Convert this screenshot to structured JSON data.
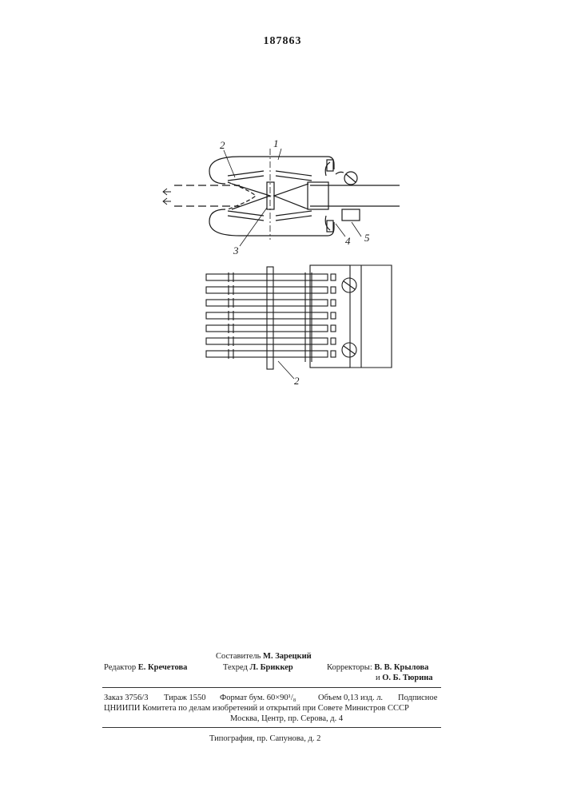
{
  "patent_number": "187863",
  "drawing": {
    "top_view_labels": [
      "1",
      "2",
      "3",
      "4",
      "5"
    ],
    "bottom_view_label": "2"
  },
  "credits": {
    "compiler_role": "Составитель",
    "compiler_name": "М. Зарецкий",
    "editor_role": "Редактор",
    "editor_name": "Е. Кречетова",
    "techred_role": "Техред",
    "techred_name": "Л. Бриккер",
    "correctors_role": "Корректоры:",
    "corrector1_name": "В. В. Крылова",
    "corrector2_prefix": "и",
    "corrector2_name": "О. Б. Тюрина"
  },
  "imprint": {
    "line1_order": "Заказ 3756/3",
    "line1_print_run": "Тираж 1550",
    "line1_format": "Формат бум. 60×90¹/₈",
    "line1_volume": "Объем 0,13 изд. л.",
    "line1_subscription": "Подписное",
    "line2": "ЦНИИПИ Комитета по делам изобретений и открытий при Совете Министров СССР",
    "line3": "Москва, Центр, пр. Серова, д. 4",
    "printer": "Типография, пр. Сапунова, д. 2"
  }
}
